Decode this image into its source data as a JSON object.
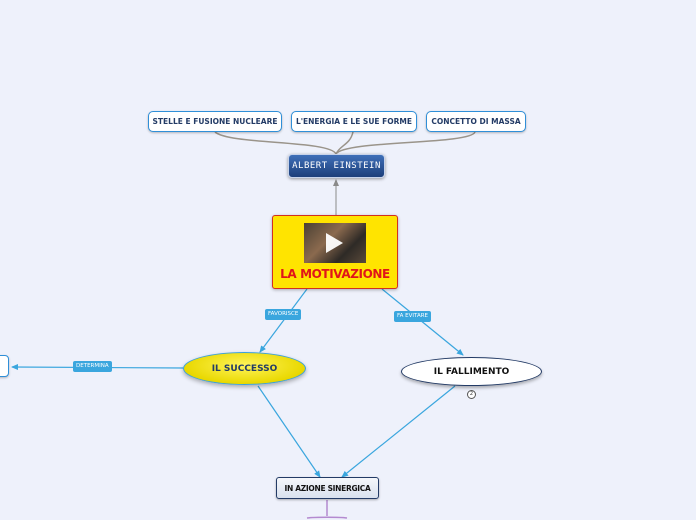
{
  "map": {
    "central": {
      "title": "LA MOTIVAZIONE",
      "media": "video-thumbnail-with-play-icon"
    },
    "einstein": {
      "label": "ALBERT EINSTEIN"
    },
    "topics": [
      {
        "label": "STELLE E FUSIONE NUCLEARE"
      },
      {
        "label": "L'ENERGIA E LE SUE FORME"
      },
      {
        "label": "CONCETTO DI MASSA"
      }
    ],
    "success": {
      "label": "IL SUCCESSO"
    },
    "failure": {
      "label": "IL FALLIMENTO",
      "badge": "2"
    },
    "sinergica": {
      "label": "IN AZIONE SINERGICA"
    },
    "links": {
      "favorisce": "FAVORISCE",
      "fa_evitare": "FA EVITARE",
      "determina": "DETERMINA"
    }
  },
  "colors": {
    "background": "#eef1fb",
    "connector": "#3aa6de",
    "central_fill": "#ffe400",
    "central_text": "#e0151a",
    "einstein_fill": "#2a4f90",
    "sub_connector": "#9a948a"
  }
}
